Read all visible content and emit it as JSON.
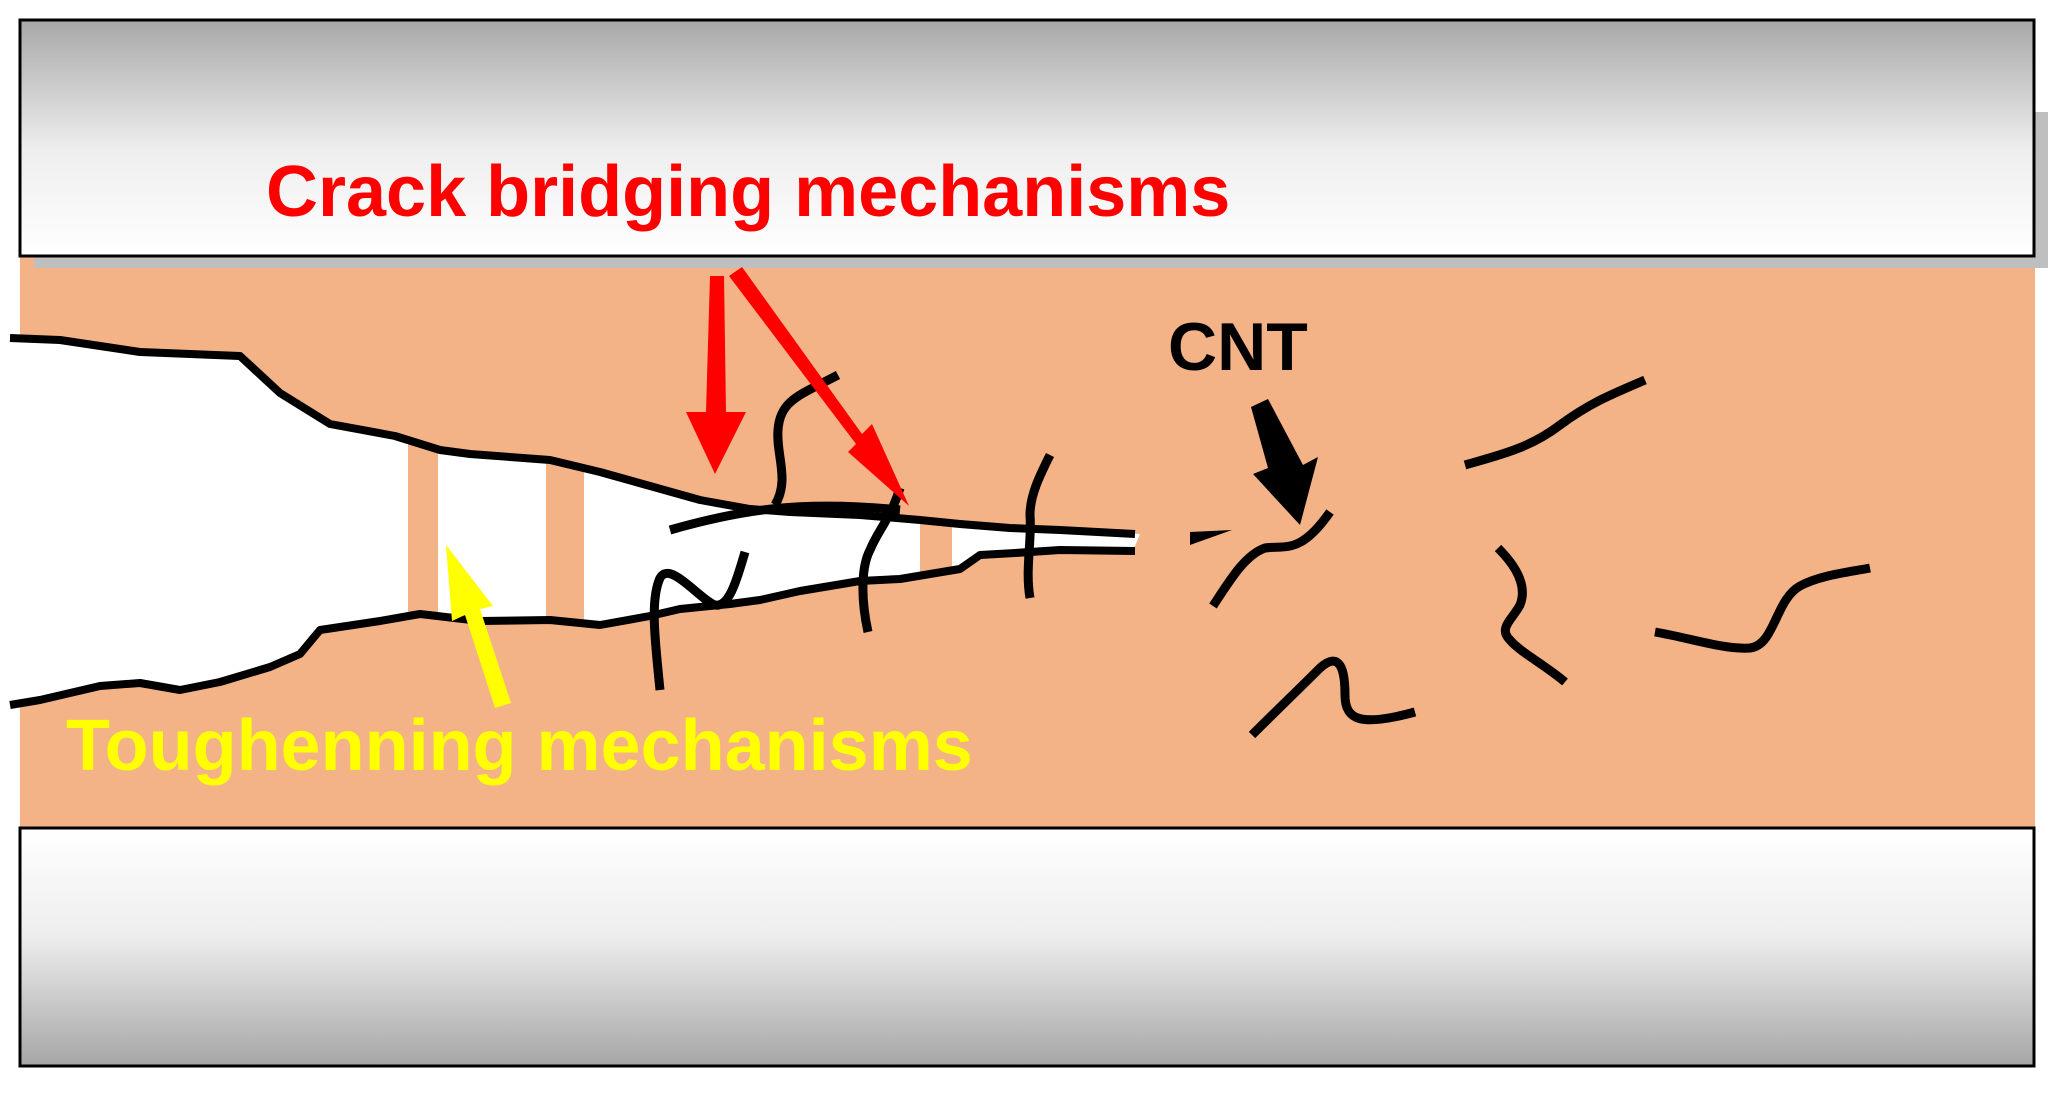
{
  "labels": {
    "crack_bridging": "Crack bridging mechanisms",
    "toughening": "Toughenning mechanisms",
    "cnt": "CNT"
  },
  "colors": {
    "matrix": "#f3b387",
    "crack": "#ffffff",
    "substrate_light": "#ffffff",
    "substrate_dark": "#a6a6a6",
    "crack_bridging": "#ff0000",
    "toughening": "#ffff00",
    "cnt": "#000000"
  }
}
